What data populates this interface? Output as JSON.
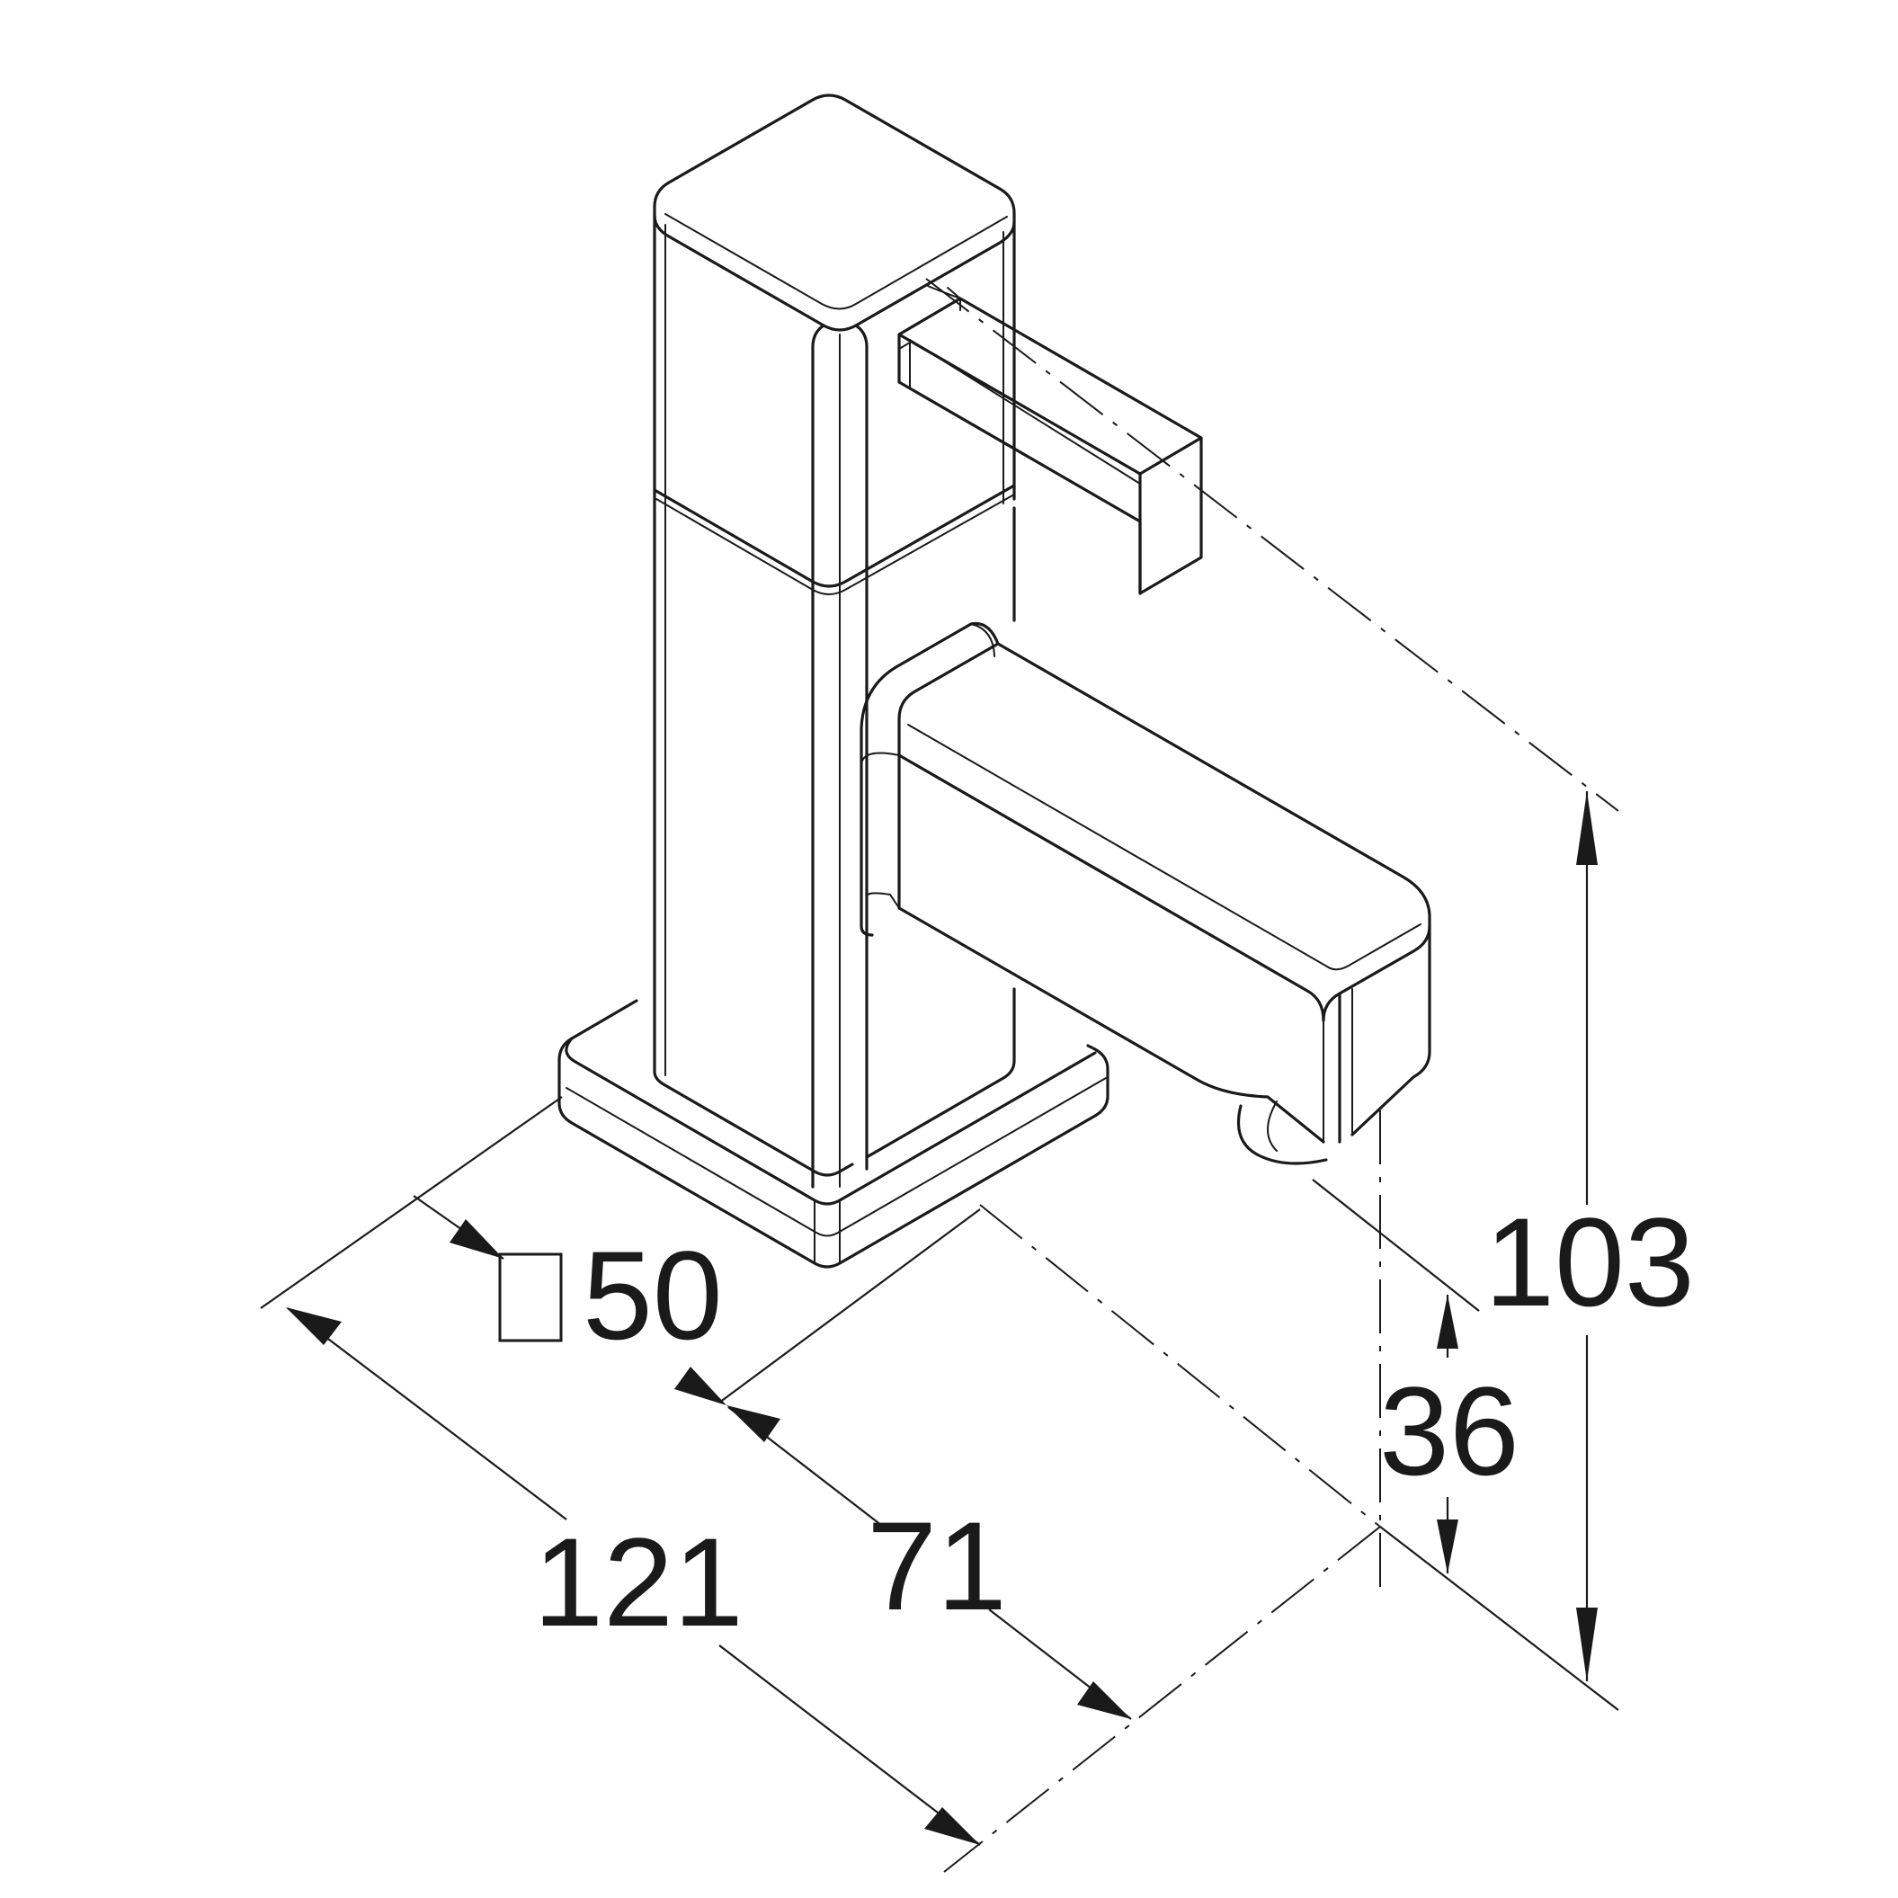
{
  "diagram": {
    "subject": "faucet-technical-drawing",
    "dimensions": {
      "base_square": "50",
      "total_depth": "121",
      "spout_reach": "71",
      "spout_height": "36",
      "total_height": "103"
    }
  }
}
